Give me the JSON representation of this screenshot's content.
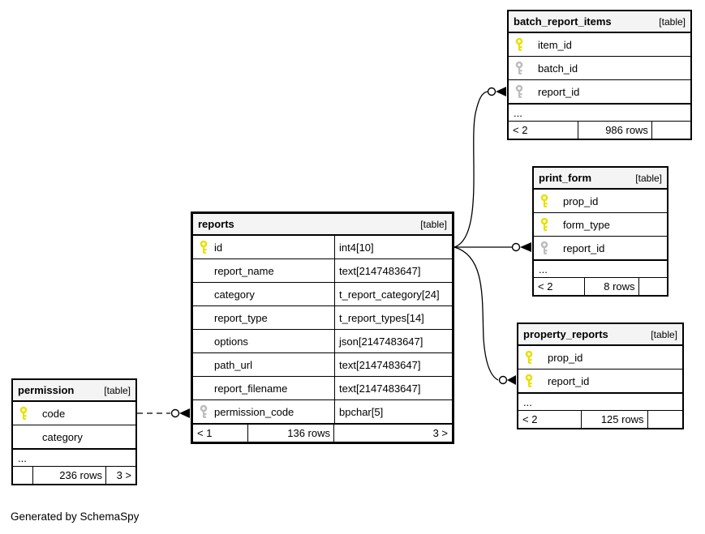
{
  "footer_note": "Generated by SchemaSpy",
  "colors": {
    "primary_key": "#e8e000",
    "foreign_key": "#bcbcbc",
    "header_bg": "#f4f4f4",
    "line": "#000000"
  },
  "tables": [
    {
      "id": "batch_report_items",
      "name": "batch_report_items",
      "tag": "[table]",
      "columns": [
        {
          "name": "item_id",
          "key": "pk"
        },
        {
          "name": "batch_id",
          "key": "fk"
        },
        {
          "name": "report_id",
          "key": "fk"
        }
      ],
      "ellipsis": "...",
      "footer": {
        "prev": "< 2",
        "rows": "986 rows",
        "next": ""
      }
    },
    {
      "id": "print_form",
      "name": "print_form",
      "tag": "[table]",
      "columns": [
        {
          "name": "prop_id",
          "key": "pk"
        },
        {
          "name": "form_type",
          "key": "pk"
        },
        {
          "name": "report_id",
          "key": "fk"
        }
      ],
      "ellipsis": "...",
      "footer": {
        "prev": "< 2",
        "rows": "8 rows",
        "next": ""
      }
    },
    {
      "id": "property_reports",
      "name": "property_reports",
      "tag": "[table]",
      "columns": [
        {
          "name": "prop_id",
          "key": "pk"
        },
        {
          "name": "report_id",
          "key": "pk"
        }
      ],
      "ellipsis": "...",
      "footer": {
        "prev": "< 2",
        "rows": "125 rows",
        "next": ""
      }
    },
    {
      "id": "reports",
      "name": "reports",
      "tag": "[table]",
      "columns": [
        {
          "name": "id",
          "type": "int4[10]",
          "key": "pk"
        },
        {
          "name": "report_name",
          "type": "text[2147483647]"
        },
        {
          "name": "category",
          "type": "t_report_category[24]"
        },
        {
          "name": "report_type",
          "type": "t_report_types[14]"
        },
        {
          "name": "options",
          "type": "json[2147483647]"
        },
        {
          "name": "path_url",
          "type": "text[2147483647]"
        },
        {
          "name": "report_filename",
          "type": "text[2147483647]"
        },
        {
          "name": "permission_code",
          "type": "bpchar[5]",
          "key": "fk"
        }
      ],
      "ellipsis": null,
      "footer": {
        "prev": "< 1",
        "rows": "136 rows",
        "next": "3 >"
      }
    },
    {
      "id": "permission",
      "name": "permission",
      "tag": "[table]",
      "columns": [
        {
          "name": "code",
          "key": "pk"
        },
        {
          "name": "category"
        }
      ],
      "ellipsis": "...",
      "footer": {
        "prev": "",
        "rows": "236 rows",
        "next": "3 >"
      }
    }
  ],
  "relationships": [
    {
      "from": "reports.id",
      "to": "batch_report_items.report_id",
      "style": "solid"
    },
    {
      "from": "reports.id",
      "to": "print_form.report_id",
      "style": "solid"
    },
    {
      "from": "reports.id",
      "to": "property_reports.report_id",
      "style": "solid"
    },
    {
      "from": "permission.code",
      "to": "reports.permission_code",
      "style": "dashed"
    }
  ]
}
